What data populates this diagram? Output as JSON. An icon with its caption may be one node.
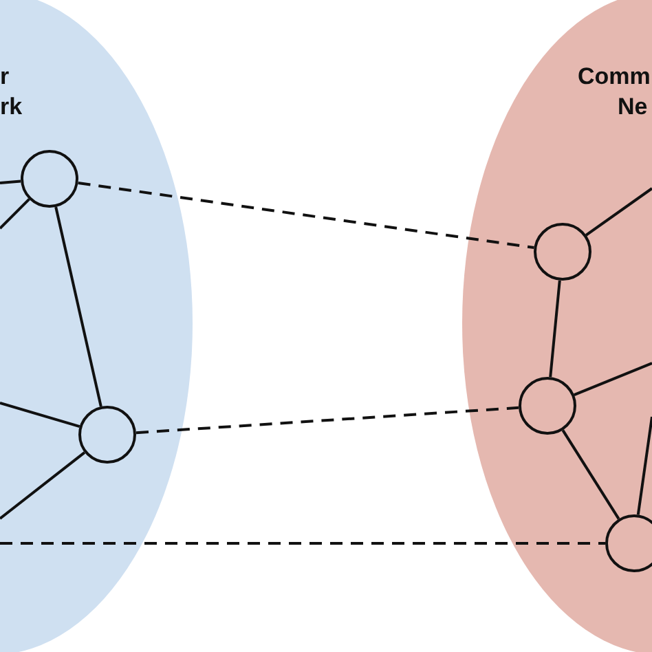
{
  "diagram": {
    "nodes": [
      {
        "text": [
          "r rk"
        ]
      },
      {
        "text": [],
        "shape": "circle",
        "in": 0
      },
      {
        "text": [],
        "shape": "circle",
        "in": 0
      },
      {
        "text": [
          "Comm Ne"
        ]
      },
      {
        "text": [],
        "shape": "circle",
        "in": 3
      },
      {
        "text": [],
        "shape": "circle",
        "in": 3
      },
      {
        "text": [],
        "shape": "circle",
        "in": 3
      }
    ],
    "edges": [
      {
        "from": 1,
        "to": 2,
        "arrow": "none"
      },
      {
        "from": null,
        "to": 1,
        "arrow": "none"
      },
      {
        "from": null,
        "to": 1,
        "arrow": "none"
      },
      {
        "from": null,
        "to": 2,
        "arrow": "none"
      },
      {
        "from": null,
        "to": 2,
        "arrow": "none"
      },
      {
        "from": 1,
        "to": 4,
        "arrow": "none",
        "style": "dashed"
      },
      {
        "from": 2,
        "to": 5,
        "arrow": "none",
        "style": "dashed"
      },
      {
        "from": null,
        "to": 6,
        "arrow": "none",
        "style": "dashed"
      },
      {
        "from": 4,
        "to": 5,
        "arrow": "none"
      },
      {
        "from": 4,
        "to": null,
        "arrow": "none"
      },
      {
        "from": 5,
        "to": 6,
        "arrow": "none"
      },
      {
        "from": 5,
        "to": null,
        "arrow": "none"
      },
      {
        "from": 6,
        "to": null,
        "arrow": "none"
      }
    ]
  }
}
